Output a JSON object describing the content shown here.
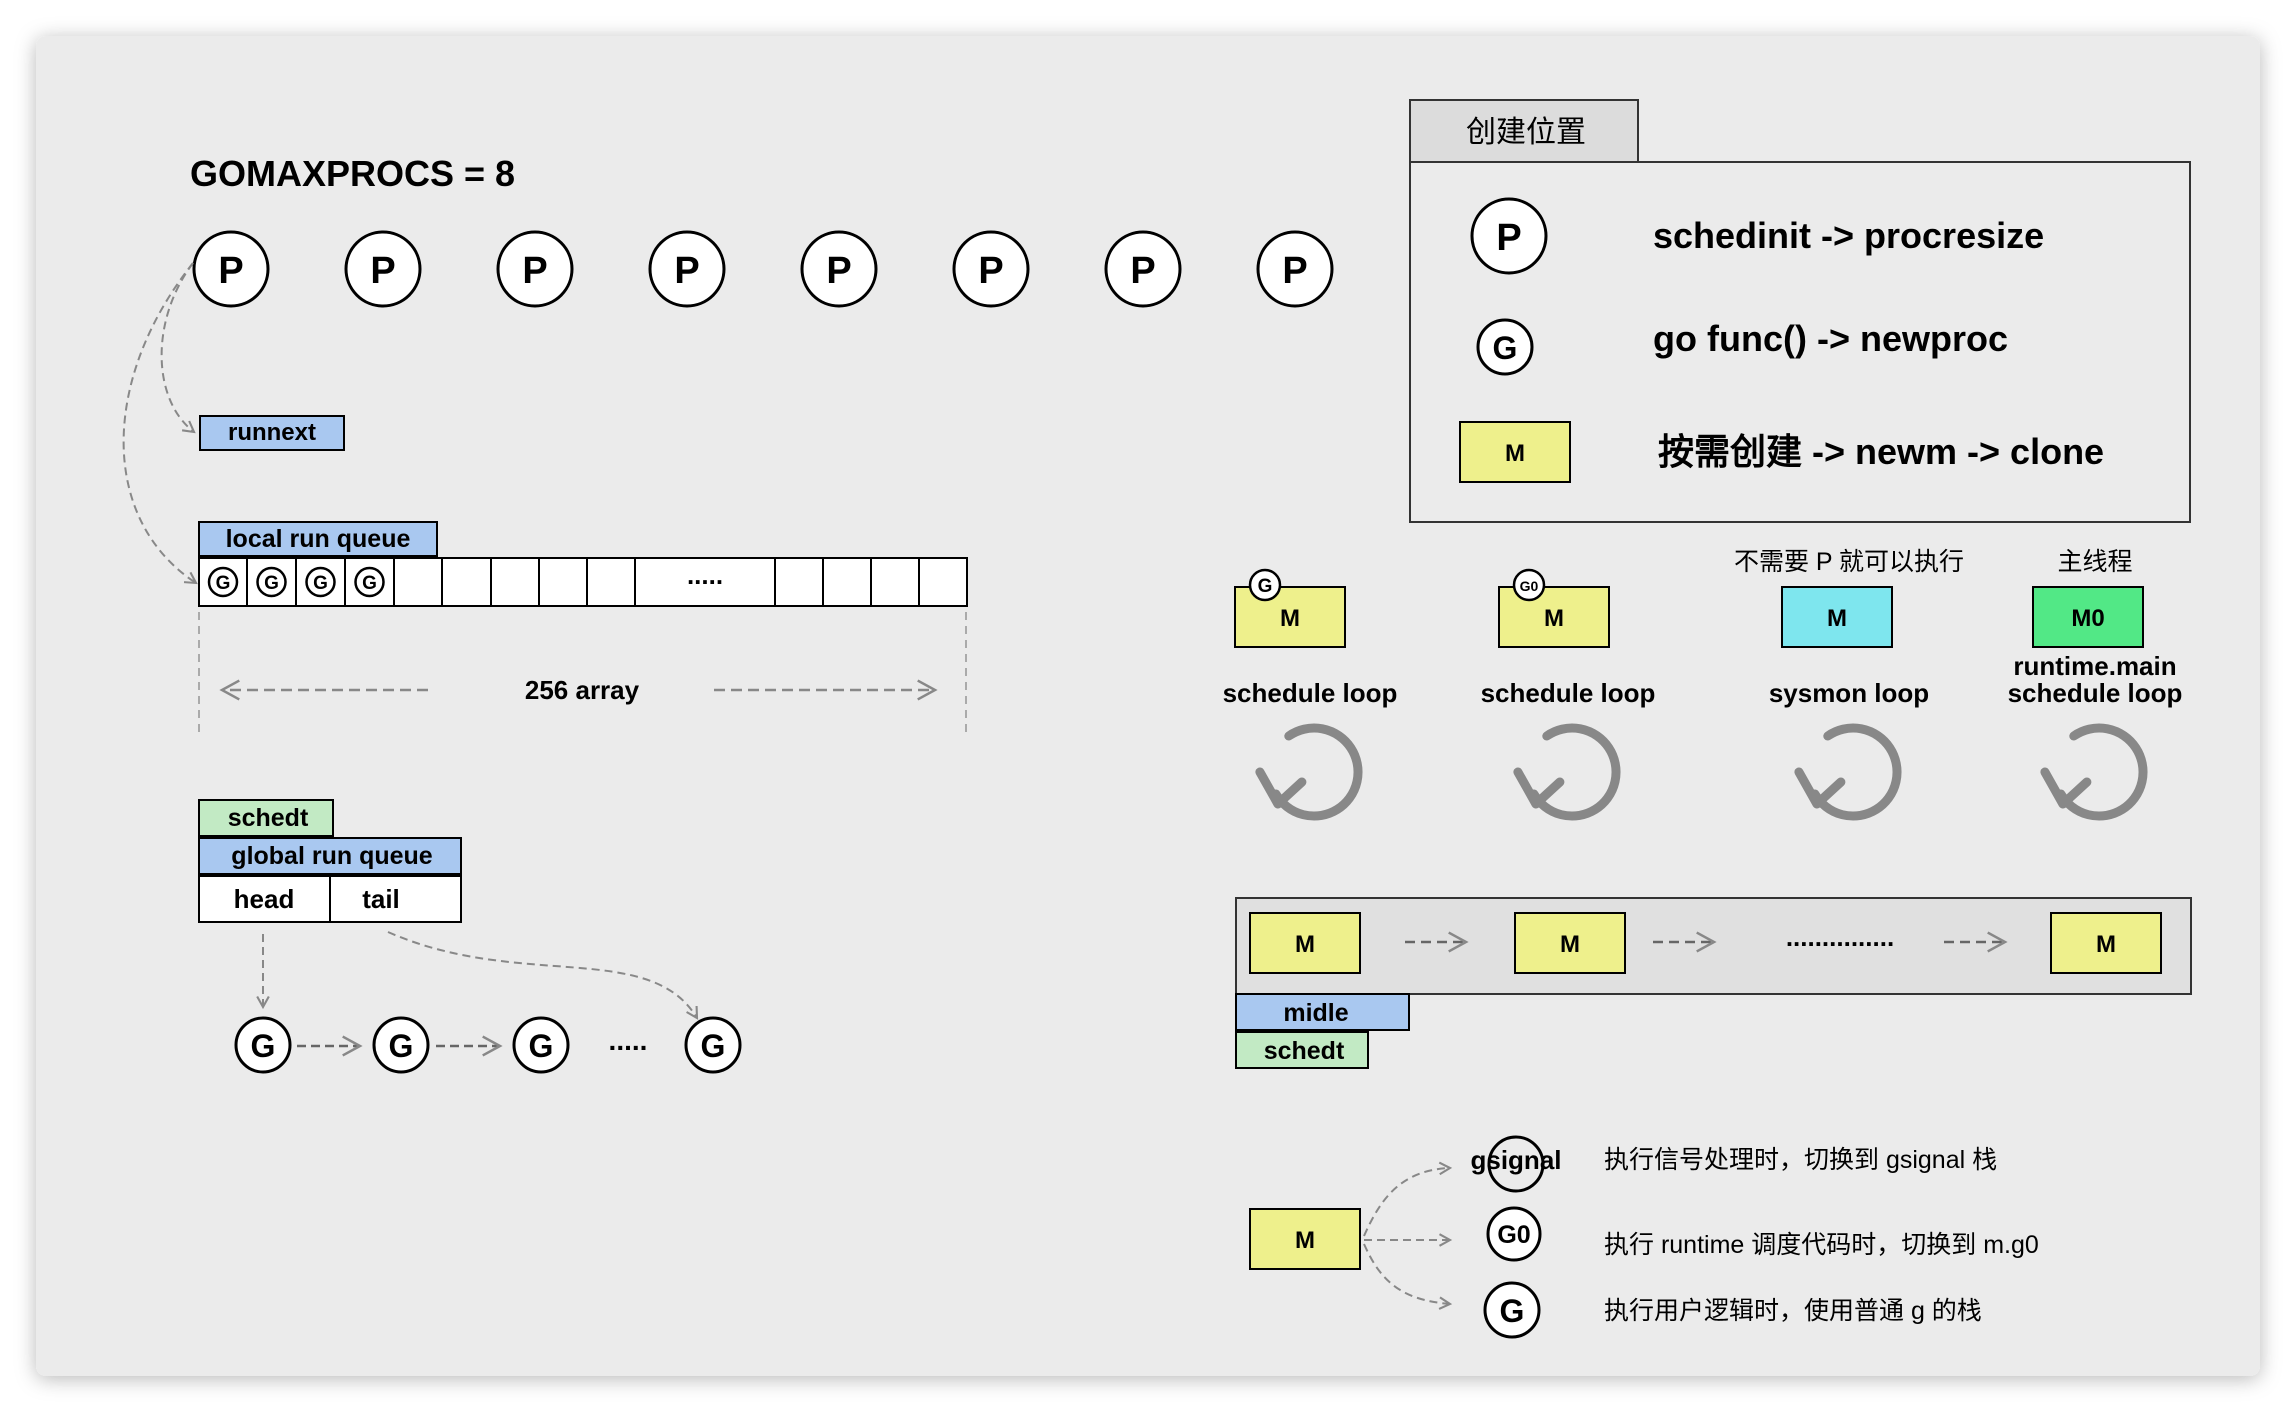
{
  "title": "GOMAXPROCS = 8",
  "p_label": "P",
  "p_count": 8,
  "runnext": "runnext",
  "local_queue": {
    "header": "local run queue",
    "slot_g": "G",
    "ellipsis": ".....",
    "size_label": "256 array"
  },
  "global_queue": {
    "schedt": "schedt",
    "header": "global run queue",
    "head": "head",
    "tail": "tail",
    "g": "G",
    "ellipsis": "....."
  },
  "legend": {
    "tab": "创建位置",
    "p": "P",
    "p_text": "schedinit -> procresize",
    "g": "G",
    "g_text": "go func() -> newproc",
    "m": "M",
    "m_text": "按需创建 ->  newm ->  clone"
  },
  "threads": [
    {
      "top": "",
      "badge": "G",
      "label": "M",
      "caption": [
        "schedule loop"
      ],
      "color": "#eef08c"
    },
    {
      "top": "",
      "badge": "G0",
      "label": "M",
      "caption": [
        "schedule loop"
      ],
      "color": "#eef08c"
    },
    {
      "top": "不需要 P 就可以执行",
      "badge": "",
      "label": "M",
      "caption": [
        "sysmon loop"
      ],
      "color": "#7ee6ee"
    },
    {
      "top": "主线程",
      "badge": "",
      "label": "M0",
      "caption": [
        "runtime.main",
        "schedule loop"
      ],
      "color": "#52e886"
    }
  ],
  "idle": {
    "m": "M",
    "dots": "...............",
    "midle": "midle",
    "schedt": "schedt"
  },
  "stacks": {
    "m": "M",
    "items": [
      {
        "node": "gsignal",
        "text": "执行信号处理时，切换到 gsignal 栈"
      },
      {
        "node": "G0",
        "text": "执行 runtime 调度代码时，切换到 m.g0"
      },
      {
        "node": "G",
        "text": "执行用户逻辑时，使用普通 g 的栈"
      }
    ]
  },
  "colors": {
    "blue": "#a9c8f0",
    "green": "#c2eac4",
    "yellow": "#eef08c",
    "cyan": "#7ee6ee",
    "bright_green": "#52e886",
    "panel": "#ebebeb",
    "tab": "#dcdcdc"
  }
}
